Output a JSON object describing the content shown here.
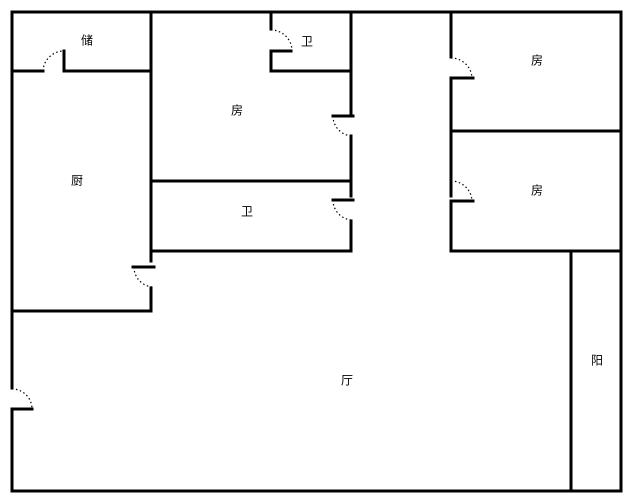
{
  "rooms": {
    "storage": "储",
    "bedroom_top_left": "房",
    "bath_top": "卫",
    "kitchen": "厨",
    "bath_middle": "卫",
    "bedroom_right_top": "房",
    "bedroom_right_bottom": "房",
    "living_room": "厅",
    "balcony": "阳"
  },
  "colors": {
    "wall": "#000000",
    "background": "#ffffff"
  }
}
